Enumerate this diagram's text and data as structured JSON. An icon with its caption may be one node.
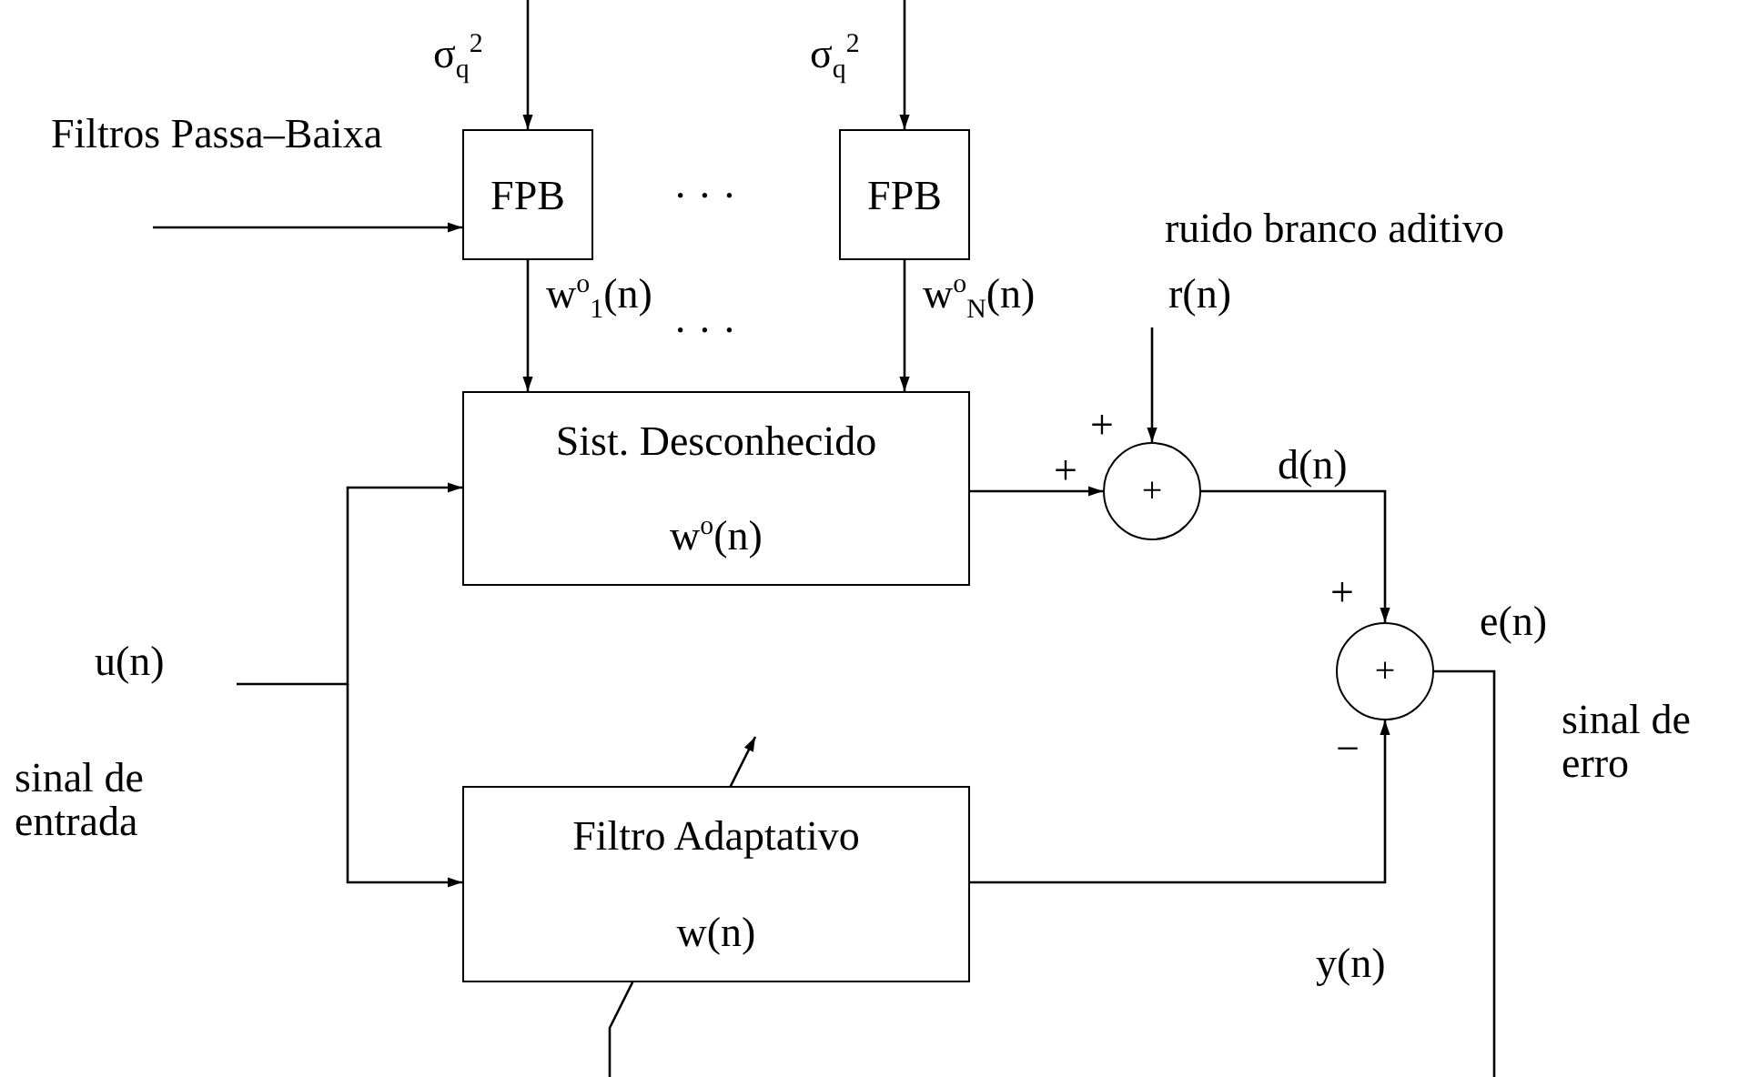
{
  "diagram": {
    "nodes": [
      {
        "text": [
          "FPB"
        ]
      },
      {
        "text": [
          "FPB"
        ]
      },
      {
        "text": [
          "Sist. Desconhecido",
          "w$^{o}$(n)"
        ]
      },
      {
        "text": [
          "Filtro Adaptativo",
          "w(n)"
        ]
      },
      {
        "text": [
          "+"
        ]
      },
      {
        "text": [
          "+"
        ]
      }
    ],
    "edges": [
      {
        "from": null,
        "to": 0,
        "arrow": "to",
        "label": "σ$_{q}$$^{2}$"
      },
      {
        "from": null,
        "to": 1,
        "arrow": "to",
        "label": "σ$_{q}$$^{2}$"
      },
      {
        "from": null,
        "to": 0,
        "arrow": "to"
      },
      {
        "from": 0,
        "to": 2,
        "arrow": "to",
        "label": "w$^{o}$$_{1}$(n)"
      },
      {
        "from": 1,
        "to": 2,
        "arrow": "to",
        "label": "w$^{o}$$_{N}$(n)"
      },
      {
        "from": null,
        "to": 2,
        "arrow": "to"
      },
      {
        "from": null,
        "to": 3,
        "arrow": "to"
      },
      {
        "from": 2,
        "to": 4,
        "arrow": "to"
      },
      {
        "from": null,
        "to": 4,
        "arrow": "to",
        "label": "r(n)"
      },
      {
        "from": 4,
        "to": 5,
        "arrow": "to",
        "label": "d(n)"
      },
      {
        "from": 3,
        "to": 5,
        "arrow": "to",
        "label": "y(n)"
      },
      {
        "from": 5,
        "to": null,
        "arrow": "none",
        "label": "e(n)"
      }
    ],
    "labels": [
      "Filtros Passa–Baixa",
      "· · ·",
      "ruido branco aditivo",
      "· · ·",
      "+",
      "+",
      "u(n)",
      "+",
      "sinal de entrada",
      "−",
      "sinal de erro"
    ]
  }
}
